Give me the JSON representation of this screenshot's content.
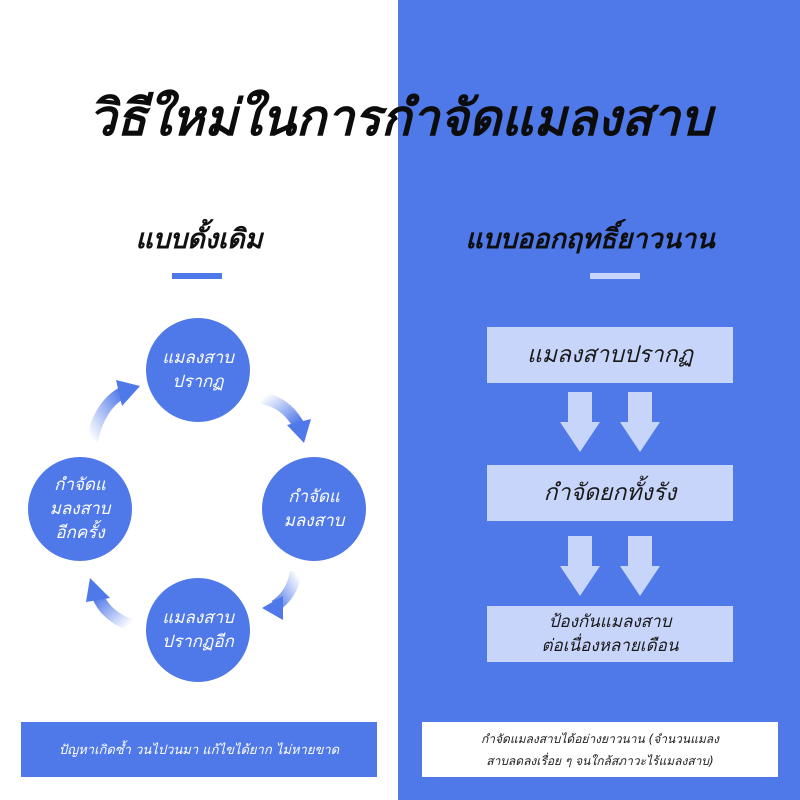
{
  "title": "วิธีใหม่ในการกำจัดแมลงสาบ",
  "traditional": {
    "heading": "แบบดั้งเดิม",
    "cycle": [
      "แมลงสาบ\nปรากฏ",
      "กำจัดแ\nมลงสาบ",
      "แมลงสาบ\nปรากฏอีก",
      "กำจัดแ\nมลงสาบ\nอีกครั้ง"
    ],
    "footer": "ปัญหาเกิดซ้ำ วนไปวนมา แก้ไขได้ยาก ไม่หายขาด"
  },
  "long_term": {
    "heading": "แบบออกฤทธิ์ยาวนาน",
    "steps": [
      "แมลงสาบปรากฏ",
      "กำจัดยกทั้งรัง",
      "ป้องกันแมลงสาบ\nต่อเนื่องหลายเดือน"
    ],
    "footer": "กำจัดแมลงสาบได้อย่างยาวนาน (จำนวนแมลง\nสาบลดลงเรื่อย ๆ จนใกล้สภาวะไร้แมลงสาบ)"
  },
  "colors": {
    "blue": "#4f79e8",
    "light_blue": "#c8d5fa",
    "white": "#ffffff"
  },
  "icons": {
    "cycle_arrow": "curved-arrow-icon",
    "step_arrow": "down-arrow-icon"
  }
}
